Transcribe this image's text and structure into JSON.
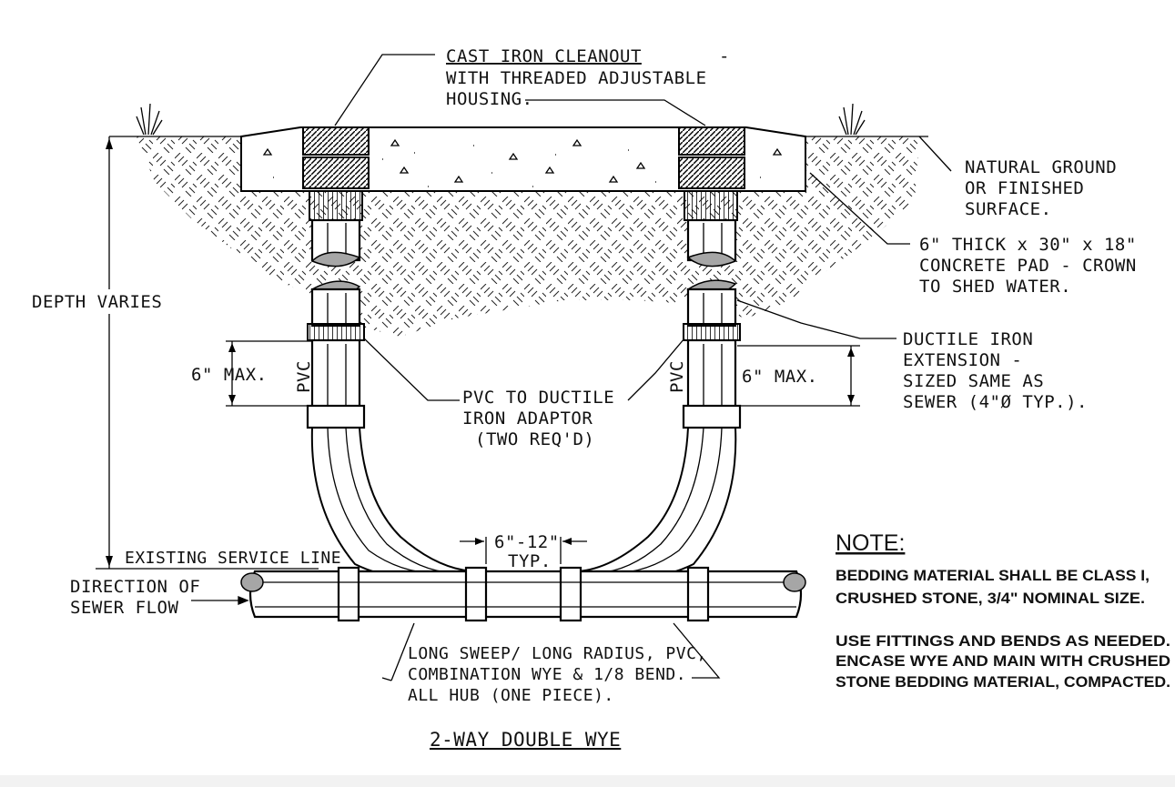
{
  "labels": {
    "cleanout_l1": "CAST IRON CLEANOUT",
    "cleanout_dash": "-",
    "cleanout_l2": "WITH THREADED ADJUSTABLE",
    "cleanout_l3": "HOUSING.",
    "ground_l1": "NATURAL GROUND",
    "ground_l2": "OR FINISHED",
    "ground_l3": "SURFACE.",
    "pad_l1": "6\" THICK x 30\" x 18\"",
    "pad_l2": "CONCRETE PAD - CROWN",
    "pad_l3": "TO SHED WATER.",
    "depth": "DEPTH VARIES",
    "ductile_l1": "DUCTILE IRON",
    "ductile_l2": "EXTENSION -",
    "ductile_l3": "SIZED SAME AS",
    "ductile_l4": "SEWER (4\"Ø TYP.).",
    "six_max_left": "6\" MAX.",
    "six_max_right": "6\" MAX.",
    "pvc_left": "PVC",
    "pvc_right": "PVC",
    "adaptor_l1": "PVC TO DUCTILE",
    "adaptor_l2": "IRON ADAPTOR",
    "adaptor_l3": "(TWO REQ'D)",
    "spacing_l1": "6\"-12\"",
    "spacing_l2": "TYP.",
    "existing": "EXISTING SERVICE LINE",
    "flow_l1": "DIRECTION OF",
    "flow_l2": "SEWER FLOW",
    "wye_l1": "LONG SWEEP/ LONG RADIUS, PVC,",
    "wye_l2": "COMBINATION WYE & 1/8 BEND.",
    "wye_l3": "ALL HUB (ONE PIECE).",
    "title": "2-WAY DOUBLE WYE"
  },
  "note": {
    "heading": "NOTE:",
    "line1": "BEDDING MATERIAL SHALL BE CLASS I,",
    "line2": "CRUSHED STONE, 3/4\" NOMINAL SIZE.",
    "line3": "USE FITTINGS AND BENDS AS NEEDED.",
    "line4": "ENCASE WYE AND MAIN WITH CRUSHED",
    "line5": "STONE BEDDING MATERIAL, COMPACTED."
  },
  "colors": {
    "ink": "#000000",
    "cut_end": "#a6a6a6",
    "background": "#ffffff"
  }
}
